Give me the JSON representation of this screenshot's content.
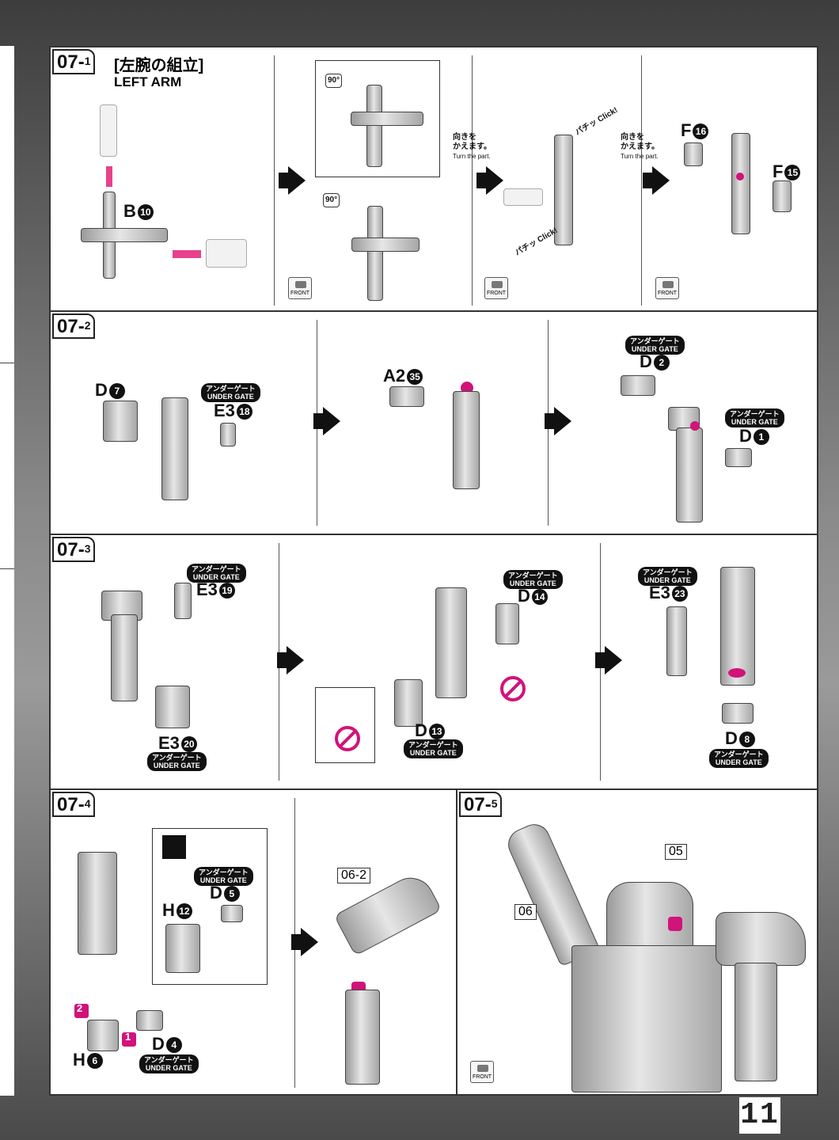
{
  "page_number": "11",
  "front_label": "FRONT",
  "under_gate": {
    "jp": "アンダーゲート",
    "en": "UNDER GATE"
  },
  "turn_part": {
    "jp": "向きを\nかえます。",
    "en": "Turn the part."
  },
  "step_07_1": {
    "num": "07-",
    "sub": "1",
    "title_jp": "[左腕の組立]",
    "title_en": "LEFT ARM",
    "parts": [
      {
        "letter": "B",
        "num": "10"
      },
      {
        "letter": "F",
        "num": "16"
      },
      {
        "letter": "F",
        "num": "15"
      }
    ],
    "rotate": "90°",
    "click": "パチッ Click!"
  },
  "step_07_2": {
    "num": "07-",
    "sub": "2",
    "parts": [
      {
        "letter": "D",
        "num": "7"
      },
      {
        "letter": "E3",
        "num": "18"
      },
      {
        "letter": "A2",
        "num": "35"
      },
      {
        "letter": "D",
        "num": "2"
      },
      {
        "letter": "D",
        "num": "1"
      }
    ]
  },
  "step_07_3": {
    "num": "07-",
    "sub": "3",
    "parts": [
      {
        "letter": "E3",
        "num": "19"
      },
      {
        "letter": "E3",
        "num": "20"
      },
      {
        "letter": "D",
        "num": "14"
      },
      {
        "letter": "D",
        "num": "13"
      },
      {
        "letter": "E3",
        "num": "23"
      },
      {
        "letter": "D",
        "num": "8"
      }
    ]
  },
  "step_07_4": {
    "num": "07-",
    "sub": "4",
    "parts": [
      {
        "letter": "D",
        "num": "5"
      },
      {
        "letter": "H",
        "num": "12"
      },
      {
        "letter": "D",
        "num": "4"
      },
      {
        "letter": "H",
        "num": "6"
      }
    ],
    "ref": "06-2",
    "order": [
      "2",
      "1"
    ]
  },
  "step_07_5": {
    "num": "07-",
    "sub": "5",
    "refs": [
      "05",
      "06"
    ]
  }
}
